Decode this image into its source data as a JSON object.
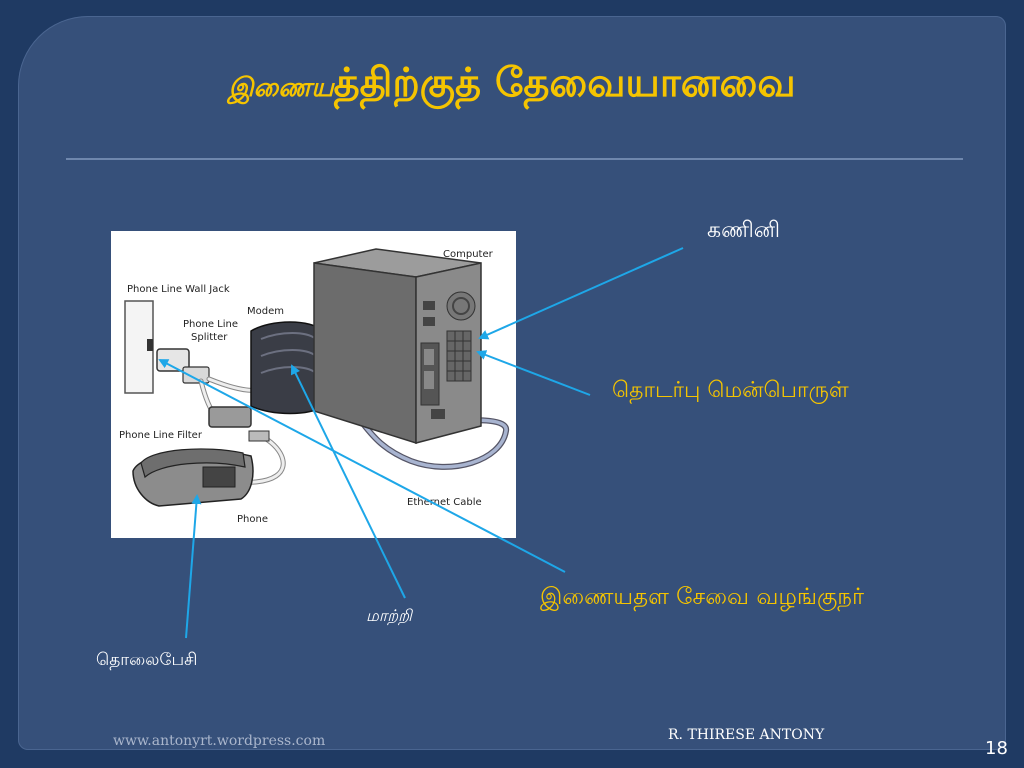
{
  "slide": {
    "title_prefix": "இணைய",
    "title_main": "த்திற்குத் தேவையானவை",
    "page_number": "18"
  },
  "diagram": {
    "labels": {
      "computer": "Computer",
      "wall_jack": "Phone Line Wall Jack",
      "modem": "Modem",
      "splitter_line1": "Phone Line",
      "splitter_line2": "Splitter",
      "filter": "Phone Line Filter",
      "ethernet": "Ethernet Cable",
      "phone": "Phone"
    }
  },
  "callouts": {
    "computer": "கணினி",
    "software": "தொடர்பு மென்பொருள்",
    "isp": "இணையதள சேவை வழங்குநர்",
    "modem": "மாற்றி",
    "phone": "தொலைபேசி"
  },
  "footer": {
    "url": "www.antonyrt.wordpress.com",
    "author": "R. THIRESE ANTONY"
  },
  "colors": {
    "background": "#1f3a63",
    "panel": "#36507a",
    "accent_yellow": "#f5c400",
    "arrow": "#1ea7e8"
  }
}
